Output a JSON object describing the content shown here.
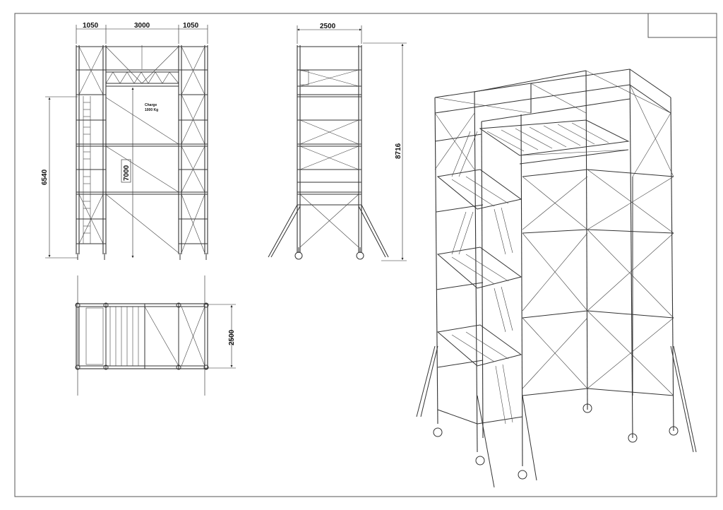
{
  "drawing": {
    "front_view": {
      "dim_left_bay": "1050",
      "dim_center_bay": "3000",
      "dim_right_bay": "1050",
      "dim_platform_height": "6540",
      "dim_clear_height": "7000",
      "load_label": "Charge",
      "load_value": "1000 Kg"
    },
    "side_view": {
      "dim_width": "2500",
      "dim_total_height": "8716"
    },
    "plan_view": {
      "dim_depth": "2500"
    },
    "title_block": ""
  }
}
